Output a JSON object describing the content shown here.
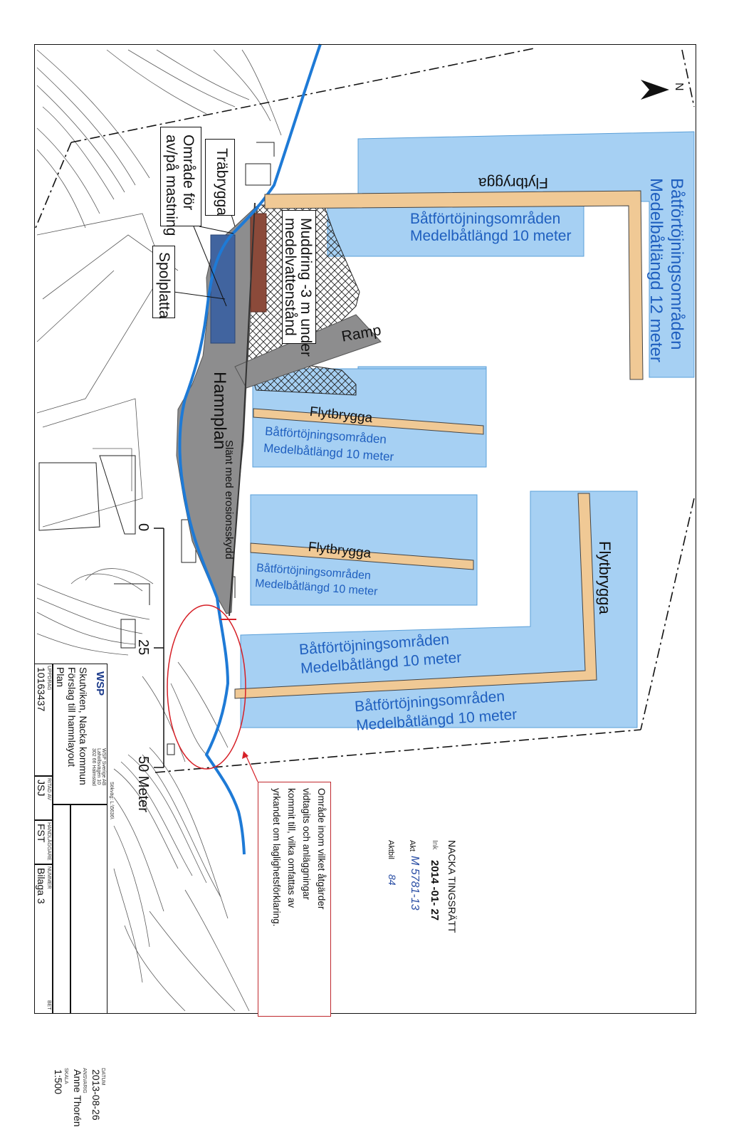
{
  "map": {
    "labels": {
      "trabrygga": "Träbrygga",
      "omrade_mastning": [
        "Område för",
        "av/på mastning"
      ],
      "spolplatta": "Spolplatta",
      "muddring": [
        "Muddring -3 m under",
        "medelvattenstånd"
      ],
      "ramp": "Ramp",
      "hamnplan": "Hamnplan",
      "slant": "Slänt med erosionsskydd",
      "north": "N"
    },
    "floats": [
      {
        "label": "Flytbrygga"
      },
      {
        "label": "Flytbrygga"
      },
      {
        "label": "Flytbrygga"
      },
      {
        "label": "Flytbrygga"
      }
    ],
    "mooring": [
      {
        "line1": "Båtförtöjningsområden",
        "line2": "Medelbåtlängd 12 meter"
      },
      {
        "line1": "Båtförtöjningsområden",
        "line2": "Medelbåtlängd 10 meter"
      },
      {
        "line1": "Båtförtöjningsområden",
        "line2": "Medelbåtlängd 10 meter"
      },
      {
        "line1": "Båtförtöjningsområden",
        "line2": "Medelbåtlängd 10 meter"
      },
      {
        "line1": "Båtförtöjningsområden",
        "line2": "Medelbåtlängd 10 meter"
      },
      {
        "line1": "Båtförtöjningsområden",
        "line2": "Medelbåtlängd 10 meter"
      }
    ],
    "scale": {
      "ticks": [
        "0",
        "25",
        "50 Meter"
      ]
    },
    "red_note": [
      "Område inom vilket åtgärder",
      "vidtagits och anläggningar",
      "kommit till, vilka omfattas av",
      "yrkandet om laglighetsförklaring."
    ],
    "colors": {
      "water": "#a6d0f3",
      "water_edge": "#5a9fd8",
      "dock": "#f0c995",
      "hamnplan": "#8d8d8e",
      "spolplatta": "#41649f",
      "mudd": "#8b4a3a",
      "coast": "#1e7ad6",
      "label_blue": "#1f5fbf"
    }
  },
  "title_block": {
    "company": "WSP",
    "company_small": [
      "WSP Sverige AB",
      "Lahollsvägen 10",
      "302 66 Halmstad"
    ],
    "project": "Skutviken, Nacka kommun",
    "subject": "Förslag till hamnlayout",
    "drawing": "Plan",
    "datum_label": "DATUM",
    "datum": "2013-08-26",
    "ansvarig_label": "ANSVARIG",
    "ansvarig": "Anne Thorén",
    "skala_label": "SKALA",
    "skala": "1:500",
    "uppdrag_label": "UPPDRAG",
    "uppdrag": "10163437",
    "ritad_label": "RITAD AV",
    "ritad": "JSJ",
    "handlaggare_label": "HANDLÄGGARE",
    "handlaggare": "FST",
    "nummer_label": "NUMMER",
    "nummer": "Bilaga 3",
    "bet_label": "BET",
    "footer": "Sökväg: L:\\5636\\"
  },
  "stamp": {
    "court": "NACKA TINGSRÄTT",
    "ink_label": "Ink",
    "date": "2014 -01- 27",
    "akt_label": "Akt",
    "akt": "M 5781-13",
    "aktbil_label": "Aktbil",
    "aktbil": "84"
  }
}
